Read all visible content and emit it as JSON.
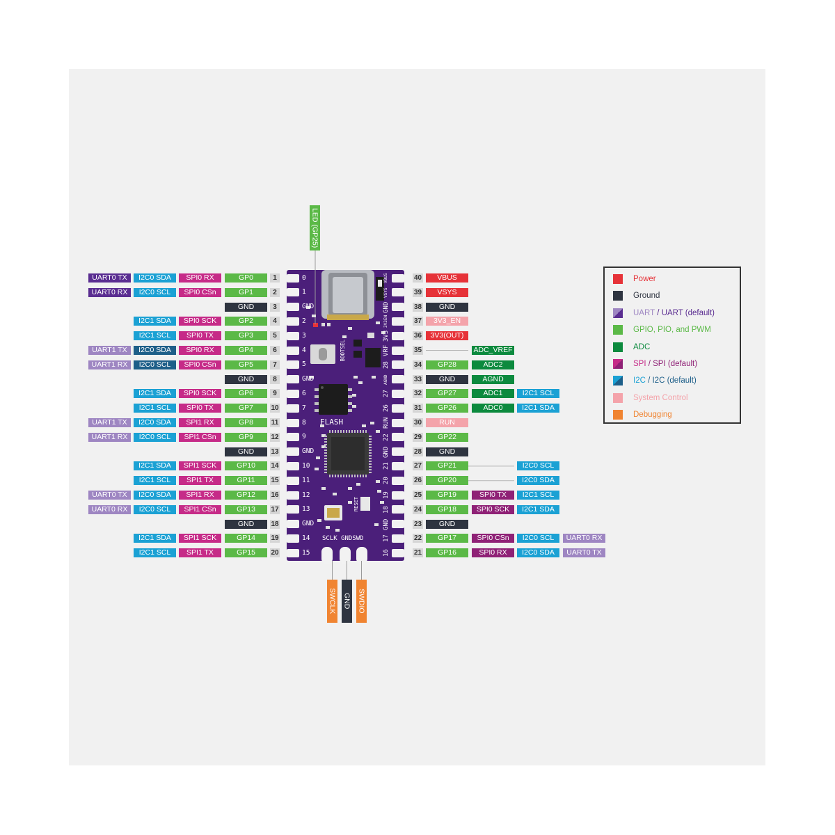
{
  "colors": {
    "uart": "#5a2d91",
    "uart_alt": "#9e86c2",
    "i2c": "#1ba1d4",
    "i2c_alt": "#1e5f89",
    "spi": "#c62b88",
    "spi_alt": "#8f2176",
    "gpio": "#5bb947",
    "gnd": "#2e3440",
    "power": "#e63238",
    "adc": "#0c8a3e",
    "sysctl": "#f4a3aa",
    "debug": "#f08431",
    "board": "#4b1f7a",
    "pin_number_bg": "#d6d6d6"
  },
  "led_label": "LED (GP25)",
  "left_pins": [
    {
      "num": "1",
      "labels": [
        {
          "t": "GP0",
          "c": "gpio"
        },
        {
          "t": "SPI0 RX",
          "c": "spi"
        },
        {
          "t": "I2C0 SDA",
          "c": "i2c"
        },
        {
          "t": "UART0 TX",
          "c": "uart"
        }
      ]
    },
    {
      "num": "2",
      "labels": [
        {
          "t": "GP1",
          "c": "gpio"
        },
        {
          "t": "SPI0 CSn",
          "c": "spi"
        },
        {
          "t": "I2C0 SCL",
          "c": "i2c"
        },
        {
          "t": "UART0 RX",
          "c": "uart"
        }
      ]
    },
    {
      "num": "3",
      "labels": [
        {
          "t": "GND",
          "c": "gnd"
        }
      ]
    },
    {
      "num": "4",
      "labels": [
        {
          "t": "GP2",
          "c": "gpio"
        },
        {
          "t": "SPI0 SCK",
          "c": "spi"
        },
        {
          "t": "I2C1 SDA",
          "c": "i2c"
        }
      ]
    },
    {
      "num": "5",
      "labels": [
        {
          "t": "GP3",
          "c": "gpio"
        },
        {
          "t": "SPI0 TX",
          "c": "spi"
        },
        {
          "t": "I2C1 SCL",
          "c": "i2c"
        }
      ]
    },
    {
      "num": "6",
      "labels": [
        {
          "t": "GP4",
          "c": "gpio"
        },
        {
          "t": "SPI0 RX",
          "c": "spi"
        },
        {
          "t": "I2C0 SDA",
          "c": "i2c_alt"
        },
        {
          "t": "UART1 TX",
          "c": "uart_alt"
        }
      ]
    },
    {
      "num": "7",
      "labels": [
        {
          "t": "GP5",
          "c": "gpio"
        },
        {
          "t": "SPI0 CSn",
          "c": "spi"
        },
        {
          "t": "I2C0 SCL",
          "c": "i2c_alt"
        },
        {
          "t": "UART1 RX",
          "c": "uart_alt"
        }
      ]
    },
    {
      "num": "8",
      "labels": [
        {
          "t": "GND",
          "c": "gnd"
        }
      ]
    },
    {
      "num": "9",
      "labels": [
        {
          "t": "GP6",
          "c": "gpio"
        },
        {
          "t": "SPI0 SCK",
          "c": "spi"
        },
        {
          "t": "I2C1 SDA",
          "c": "i2c"
        }
      ]
    },
    {
      "num": "10",
      "labels": [
        {
          "t": "GP7",
          "c": "gpio"
        },
        {
          "t": "SPI0 TX",
          "c": "spi"
        },
        {
          "t": "I2C1 SCL",
          "c": "i2c"
        }
      ]
    },
    {
      "num": "11",
      "labels": [
        {
          "t": "GP8",
          "c": "gpio"
        },
        {
          "t": "SPI1 RX",
          "c": "spi"
        },
        {
          "t": "I2C0 SDA",
          "c": "i2c"
        },
        {
          "t": "UART1 TX",
          "c": "uart_alt"
        }
      ]
    },
    {
      "num": "12",
      "labels": [
        {
          "t": "GP9",
          "c": "gpio"
        },
        {
          "t": "SPI1 CSn",
          "c": "spi"
        },
        {
          "t": "I2C0 SCL",
          "c": "i2c"
        },
        {
          "t": "UART1 RX",
          "c": "uart_alt"
        }
      ]
    },
    {
      "num": "13",
      "labels": [
        {
          "t": "GND",
          "c": "gnd"
        }
      ]
    },
    {
      "num": "14",
      "labels": [
        {
          "t": "GP10",
          "c": "gpio"
        },
        {
          "t": "SPI1 SCK",
          "c": "spi"
        },
        {
          "t": "I2C1 SDA",
          "c": "i2c"
        }
      ]
    },
    {
      "num": "15",
      "labels": [
        {
          "t": "GP11",
          "c": "gpio"
        },
        {
          "t": "SPI1 TX",
          "c": "spi"
        },
        {
          "t": "I2C1 SCL",
          "c": "i2c"
        }
      ]
    },
    {
      "num": "16",
      "labels": [
        {
          "t": "GP12",
          "c": "gpio"
        },
        {
          "t": "SPI1 RX",
          "c": "spi"
        },
        {
          "t": "I2C0 SDA",
          "c": "i2c"
        },
        {
          "t": "UART0 TX",
          "c": "uart_alt"
        }
      ]
    },
    {
      "num": "17",
      "labels": [
        {
          "t": "GP13",
          "c": "gpio"
        },
        {
          "t": "SPI1 CSn",
          "c": "spi"
        },
        {
          "t": "I2C0 SCL",
          "c": "i2c"
        },
        {
          "t": "UART0 RX",
          "c": "uart_alt"
        }
      ]
    },
    {
      "num": "18",
      "labels": [
        {
          "t": "GND",
          "c": "gnd"
        }
      ]
    },
    {
      "num": "19",
      "labels": [
        {
          "t": "GP14",
          "c": "gpio"
        },
        {
          "t": "SPI1 SCK",
          "c": "spi"
        },
        {
          "t": "I2C1 SDA",
          "c": "i2c"
        }
      ]
    },
    {
      "num": "20",
      "labels": [
        {
          "t": "GP15",
          "c": "gpio"
        },
        {
          "t": "SPI1 TX",
          "c": "spi"
        },
        {
          "t": "I2C1 SCL",
          "c": "i2c"
        }
      ]
    }
  ],
  "right_pins": [
    {
      "num": "40",
      "labels": [
        {
          "t": "VBUS",
          "c": "power"
        }
      ]
    },
    {
      "num": "39",
      "labels": [
        {
          "t": "VSYS",
          "c": "power"
        }
      ]
    },
    {
      "num": "38",
      "labels": [
        {
          "t": "GND",
          "c": "gnd"
        }
      ]
    },
    {
      "num": "37",
      "labels": [
        {
          "t": "3V3_EN",
          "c": "sysctl"
        }
      ]
    },
    {
      "num": "36",
      "labels": [
        {
          "t": "3V3(OUT)",
          "c": "power"
        }
      ]
    },
    {
      "num": "35",
      "labels": [
        {
          "t": "",
          "c": "none"
        },
        {
          "t": "ADC_VREF",
          "c": "adc"
        }
      ]
    },
    {
      "num": "34",
      "labels": [
        {
          "t": "GP28",
          "c": "gpio"
        },
        {
          "t": "ADC2",
          "c": "adc"
        }
      ]
    },
    {
      "num": "33",
      "labels": [
        {
          "t": "GND",
          "c": "gnd"
        },
        {
          "t": "AGND",
          "c": "adc"
        }
      ]
    },
    {
      "num": "32",
      "labels": [
        {
          "t": "GP27",
          "c": "gpio"
        },
        {
          "t": "ADC1",
          "c": "adc"
        },
        {
          "t": "I2C1 SCL",
          "c": "i2c"
        }
      ]
    },
    {
      "num": "31",
      "labels": [
        {
          "t": "GP26",
          "c": "gpio"
        },
        {
          "t": "ADC0",
          "c": "adc"
        },
        {
          "t": "I2C1 SDA",
          "c": "i2c"
        }
      ]
    },
    {
      "num": "30",
      "labels": [
        {
          "t": "RUN",
          "c": "sysctl"
        }
      ]
    },
    {
      "num": "29",
      "labels": [
        {
          "t": "GP22",
          "c": "gpio"
        }
      ]
    },
    {
      "num": "28",
      "labels": [
        {
          "t": "GND",
          "c": "gnd"
        }
      ]
    },
    {
      "num": "27",
      "labels": [
        {
          "t": "GP21",
          "c": "gpio"
        },
        {
          "t": "",
          "c": "none"
        },
        {
          "t": "I2C0 SCL",
          "c": "i2c"
        }
      ]
    },
    {
      "num": "26",
      "labels": [
        {
          "t": "GP20",
          "c": "gpio"
        },
        {
          "t": "",
          "c": "none"
        },
        {
          "t": "I2C0 SDA",
          "c": "i2c"
        }
      ]
    },
    {
      "num": "25",
      "labels": [
        {
          "t": "GP19",
          "c": "gpio"
        },
        {
          "t": "SPI0 TX",
          "c": "spi_alt"
        },
        {
          "t": "I2C1 SCL",
          "c": "i2c"
        }
      ]
    },
    {
      "num": "24",
      "labels": [
        {
          "t": "GP18",
          "c": "gpio"
        },
        {
          "t": "SPI0 SCK",
          "c": "spi_alt"
        },
        {
          "t": "I2C1 SDA",
          "c": "i2c"
        }
      ]
    },
    {
      "num": "23",
      "labels": [
        {
          "t": "GND",
          "c": "gnd"
        }
      ]
    },
    {
      "num": "22",
      "labels": [
        {
          "t": "GP17",
          "c": "gpio"
        },
        {
          "t": "SPI0 CSn",
          "c": "spi_alt"
        },
        {
          "t": "I2C0 SCL",
          "c": "i2c"
        },
        {
          "t": "UART0 RX",
          "c": "uart_alt"
        }
      ]
    },
    {
      "num": "21",
      "labels": [
        {
          "t": "GP16",
          "c": "gpio"
        },
        {
          "t": "SPI0 RX",
          "c": "spi_alt"
        },
        {
          "t": "I2C0 SDA",
          "c": "i2c"
        },
        {
          "t": "UART0 TX",
          "c": "uart_alt"
        }
      ]
    }
  ],
  "debug_pins": [
    {
      "label": "SWCLK",
      "c": "debug"
    },
    {
      "label": "GND",
      "c": "gnd"
    },
    {
      "label": "SWDIO",
      "c": "debug"
    }
  ],
  "board_silk": {
    "left": [
      "0",
      "1",
      "GND",
      "2",
      "3",
      "4",
      "5",
      "GND",
      "6",
      "7",
      "8",
      "9",
      "GND",
      "10",
      "11",
      "12",
      "13",
      "GND",
      "14",
      "15"
    ],
    "right": [
      "VBUS",
      "VSYS",
      "GND",
      "3V3EN",
      "3V3",
      "VRF",
      "28",
      "AGND",
      "27",
      "26",
      "RUN",
      "22",
      "GND",
      "21",
      "20",
      "19",
      "18",
      "GND",
      "17",
      "16"
    ],
    "bootsel": "BOOTSEL",
    "flash": "FLASH",
    "reset": "RESET",
    "debug_header": "SCLK GNDSWD"
  },
  "legend": [
    {
      "text": "Power",
      "color": "#e63238",
      "text_color": "#e63238"
    },
    {
      "text": "Ground",
      "color": "#2e3440",
      "text_color": "#2e3440"
    },
    {
      "text": "UART",
      "text2": " / UART (default)",
      "color": "#9e86c2",
      "color2": "#5a2d91",
      "text_color": "#9e86c2",
      "text2_color": "#5a2d91"
    },
    {
      "text": "GPIO, PIO, and PWM",
      "color": "#5bb947",
      "text_color": "#5bb947"
    },
    {
      "text": "ADC",
      "color": "#0c8a3e",
      "text_color": "#0c8a3e"
    },
    {
      "text": "SPI",
      "text2": " / SPI (default)",
      "color": "#c62b88",
      "color2": "#8f2176",
      "text_color": "#c62b88",
      "text2_color": "#8f2176"
    },
    {
      "text": "I2C",
      "text2": " / I2C (default)",
      "color": "#1ba1d4",
      "color2": "#1e5f89",
      "text_color": "#1ba1d4",
      "text2_color": "#1e5f89"
    },
    {
      "text": "System Control",
      "color": "#f4a3aa",
      "text_color": "#f4a3aa"
    },
    {
      "text": "Debugging",
      "color": "#f08431",
      "text_color": "#f08431"
    }
  ]
}
